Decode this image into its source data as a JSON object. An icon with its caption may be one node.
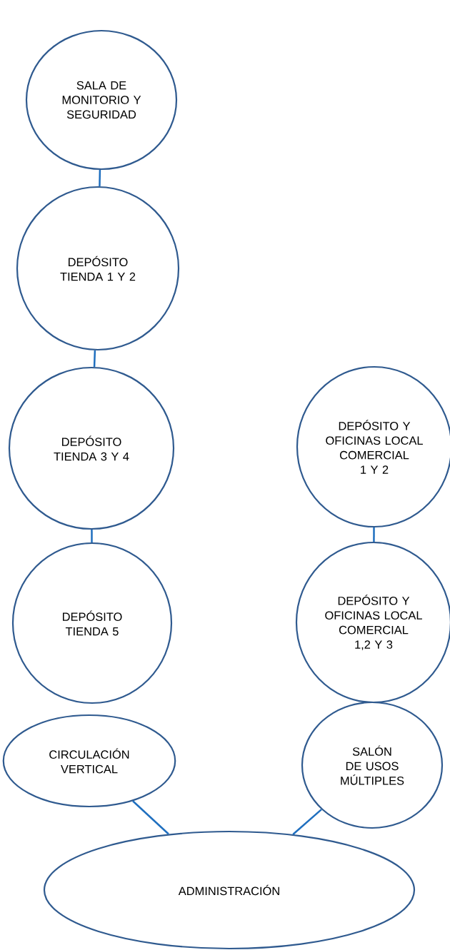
{
  "diagram": {
    "nodes": [
      {
        "text": [
          "SALA DE MONITORIO Y SEGURIDAD"
        ]
      },
      {
        "text": [
          "DEPÓSITO TIENDA 1 Y 2"
        ]
      },
      {
        "text": [
          "DEPÓSITO TIENDA 3 Y 4"
        ]
      },
      {
        "text": [
          "DEPÓSITO TIENDA 5"
        ]
      },
      {
        "text": [
          "DEPÓSITO Y OFICINAS LOCAL COMERCIAL 1 Y 2"
        ]
      },
      {
        "text": [
          "DEPÓSITO Y OFICINAS LOCAL COMERCIAL 1,2 Y 3"
        ]
      },
      {
        "text": [
          "CIRCULACIÓN VERTICAL"
        ]
      },
      {
        "text": [
          "SALÓN DE USOS MÚLTIPLES"
        ]
      },
      {
        "text": [
          "ADMINISTRACIÓN"
        ]
      }
    ],
    "edges": [
      {
        "from": 0,
        "to": 1,
        "arrow": "none"
      },
      {
        "from": 1,
        "to": 2,
        "arrow": "none"
      },
      {
        "from": 2,
        "to": 3,
        "arrow": "none"
      },
      {
        "from": 4,
        "to": 5,
        "arrow": "none"
      },
      {
        "from": 6,
        "to": 8,
        "arrow": "none"
      },
      {
        "from": 7,
        "to": 8,
        "arrow": "none"
      }
    ]
  }
}
